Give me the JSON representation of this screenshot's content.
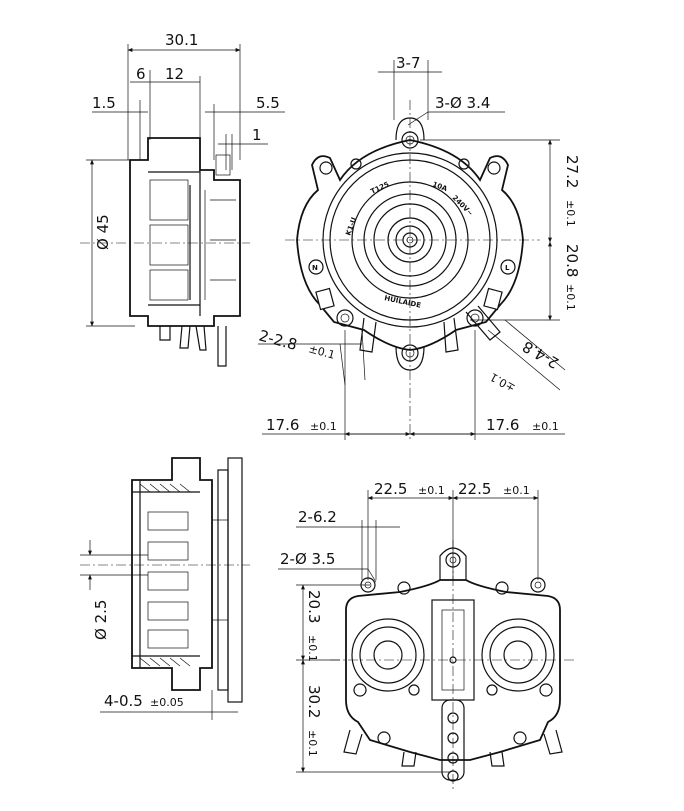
{
  "top_left_view": {
    "dim_overall_width": "30.1",
    "dim_6": "6",
    "dim_12": "12",
    "dim_1_5": "1.5",
    "dim_5_5": "5.5",
    "dim_1": "1",
    "dim_diameter": "Ø 45"
  },
  "top_right_view": {
    "dim_pitch": "3-7",
    "dim_holes": "3-Ø 3.4",
    "dim_upper_height": "27.2",
    "dim_upper_tol": "±0.1",
    "dim_lower_height": "20.8",
    "dim_lower_tol": "±0.1",
    "dim_terminal_left": "2-2.8",
    "dim_terminal_left_tol": "±0.1",
    "dim_terminal_right": "2-4.8",
    "dim_terminal_right_tol": "±0.1",
    "dim_left_offset": "17.6",
    "dim_left_offset_tol": "±0.1",
    "dim_right_offset": "17.6",
    "dim_right_offset_tol": "±0.1",
    "label_rating_current": "10A",
    "label_temp": "T125",
    "label_voltage": "240V~",
    "label_model": "K1-U",
    "label_brand": "HUILAIDE",
    "label_n": "N",
    "label_l": "L"
  },
  "bottom_left_view": {
    "dim_pin": "Ø 2.5",
    "dim_thickness": "4-0.5",
    "dim_thickness_tol": "±0.05"
  },
  "bottom_right_view": {
    "dim_left_spacing": "22.5",
    "dim_left_spacing_tol": "±0.1",
    "dim_right_spacing": "22.5",
    "dim_right_spacing_tol": "±0.1",
    "dim_slot": "2-6.2",
    "dim_holes": "2-Ø 3.5",
    "dim_upper": "20.3",
    "dim_upper_tol": "±0.1",
    "dim_lower": "30.2",
    "dim_lower_tol": "±0.1"
  }
}
